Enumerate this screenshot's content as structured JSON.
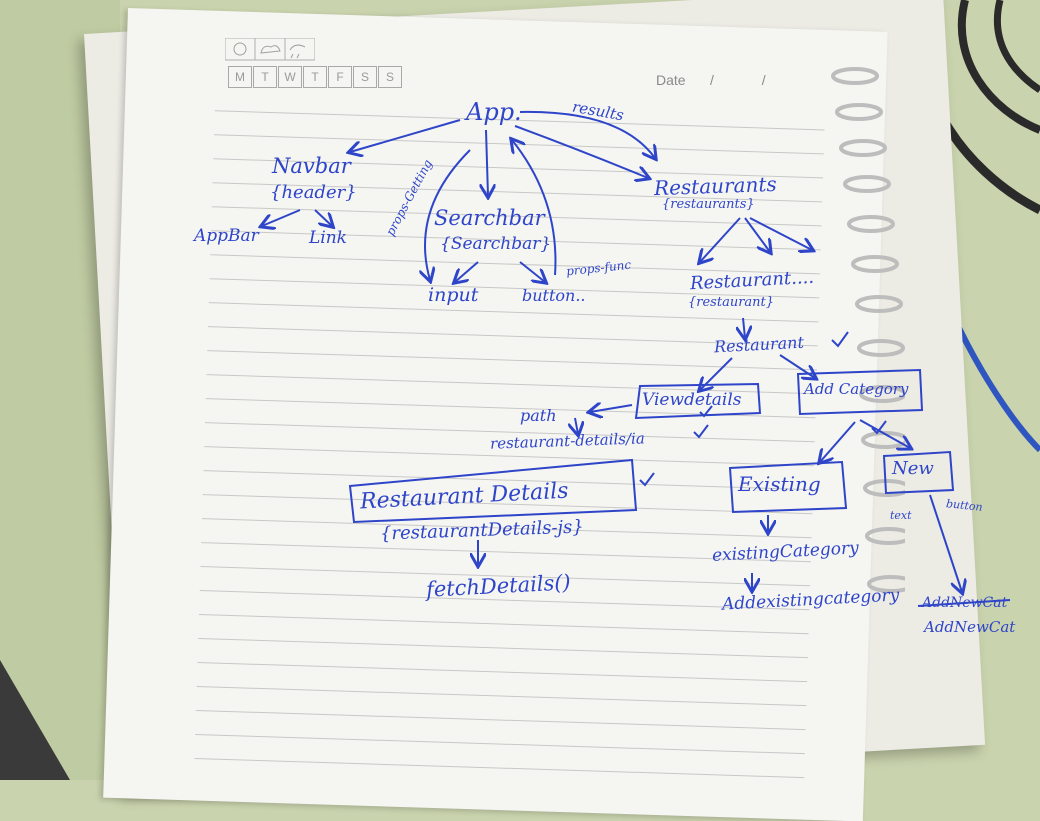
{
  "notebook": {
    "days": [
      "M",
      "T",
      "W",
      "T",
      "F",
      "S",
      "S"
    ],
    "date_label": "Date",
    "date_slashes": "/ /"
  },
  "sketch": {
    "app": "App.",
    "results": "results",
    "navbar": "Navbar",
    "header": "{header}",
    "appbar": "AppBar",
    "link": "Link",
    "props_getting": "props-Getting",
    "searchbar": "Searchbar",
    "searchbar_file": "{Searchbar}",
    "input": "input",
    "button": "button..",
    "props_func": "props-func",
    "restaurants": "Restaurants",
    "restaurants_file": "{restaurants}",
    "restaurant_dots": "Restaurant....",
    "restaurant_file": "{restaurant}",
    "restaurant": "Restaurant",
    "view_details": "Viewdetails",
    "add_category": "Add Category",
    "path": "path",
    "restaurant_details_via": "restaurant-details/ia",
    "restaurant_details": "Restaurant Details",
    "restaurant_details_file": "{restaurantDetails-js}",
    "fetch_details": "fetchDetails()",
    "existing": "Existing",
    "new": "New",
    "text": "text",
    "button_small": "button",
    "existing_category": "existingCategory",
    "add_existing_category": "Addexistingcategory",
    "add_new_cat_struck": "AddNewCat",
    "add_new_cat": "AddNewCat"
  },
  "colors": {
    "ink": "#2f45c9",
    "paper": "#f5f5f2",
    "ruled_line": "#c8c8c8",
    "desk": "#c9d3ad"
  },
  "icons": [
    "sun-icon",
    "cloud-icon",
    "rain-icon",
    "spiral-binding"
  ]
}
